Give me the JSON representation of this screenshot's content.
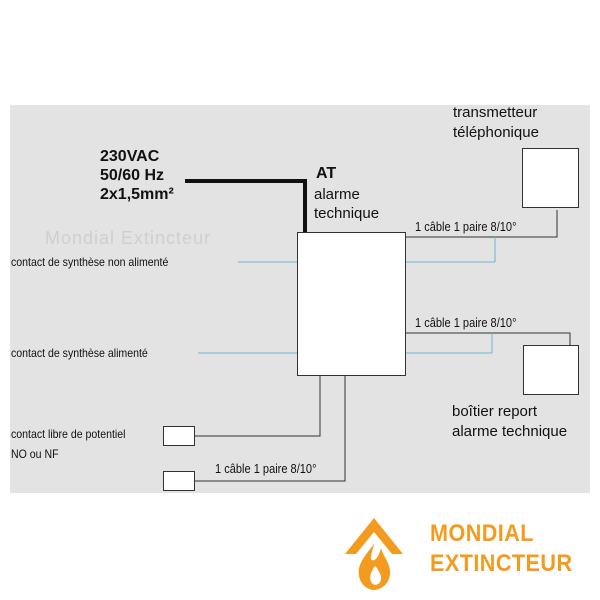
{
  "supply": {
    "line1": "230VAC",
    "line2": "50/60 Hz",
    "line3": "2x1,5mm²"
  },
  "central": {
    "code": "AT",
    "line1": "alarme",
    "line2": "technique"
  },
  "inputs": {
    "non_powered": "contact de synthèse non alimenté",
    "powered": "contact de synthèse alimenté",
    "free_contact_line1": "contact libre de potentiel",
    "free_contact_line2": "NO ou NF"
  },
  "cables": {
    "top": "1 câble 1 paire 8/10°",
    "middle": "1 câble 1 paire 8/10°",
    "bottom": "1 câble 1 paire 8/10°"
  },
  "devices": {
    "transmitter_line1": "transmetteur",
    "transmitter_line2": "téléphonique",
    "report_line1": "boîtier report",
    "report_line2": "alarme technique"
  },
  "watermark": "Mondial Extincteur",
  "logo": {
    "line1": "MONDIAL",
    "line2": "EXTINCTEUR"
  },
  "colors": {
    "panel": "#e3e3e3",
    "wire": "#333333",
    "signal": "#6fb3d6",
    "brand": "#f39b1f"
  }
}
